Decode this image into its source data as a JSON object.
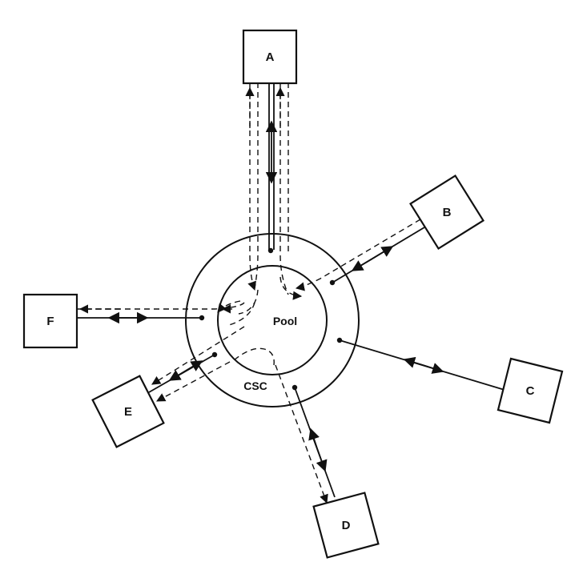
{
  "diagram": {
    "nodes": {
      "a": "A",
      "b": "B",
      "c": "C",
      "d": "D",
      "e": "E",
      "f": "F"
    },
    "regions": {
      "pool": "Pool",
      "csc": "CSC"
    }
  }
}
